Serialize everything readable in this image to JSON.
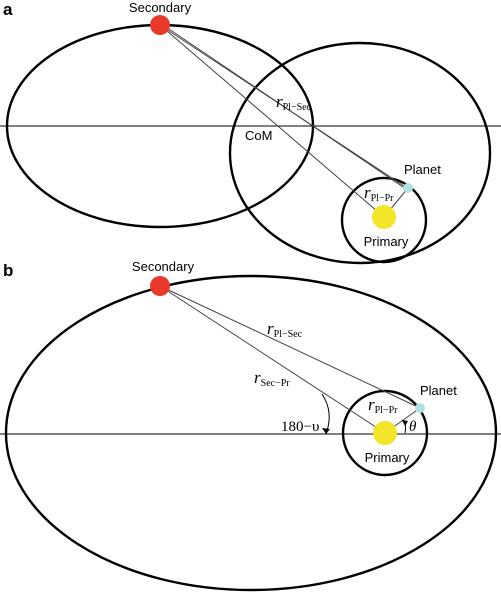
{
  "panel_a": {
    "letter": "a",
    "secondary_label": "Secondary",
    "com_label": "CoM",
    "planet_label": "Planet",
    "primary_label": "Primary",
    "r_pl_sec": {
      "base": "r",
      "sub": "Pl−Sec"
    },
    "r_pl_pr": {
      "base": "r",
      "sub": "Pl−Pr"
    }
  },
  "panel_b": {
    "letter": "b",
    "secondary_label": "Secondary",
    "planet_label": "Planet",
    "primary_label": "Primary",
    "r_pl_sec": {
      "base": "r",
      "sub": "Pl−Sec"
    },
    "r_sec_pr": {
      "base": "r",
      "sub": "Sec−Pr"
    },
    "r_pl_pr": {
      "base": "r",
      "sub": "Pl−Pr"
    },
    "angle_label": "180−υ",
    "theta_label": "θ"
  },
  "colors": {
    "secondary": "#e8392b",
    "primary": "#f2e52a",
    "planet": "#aee0e6"
  }
}
